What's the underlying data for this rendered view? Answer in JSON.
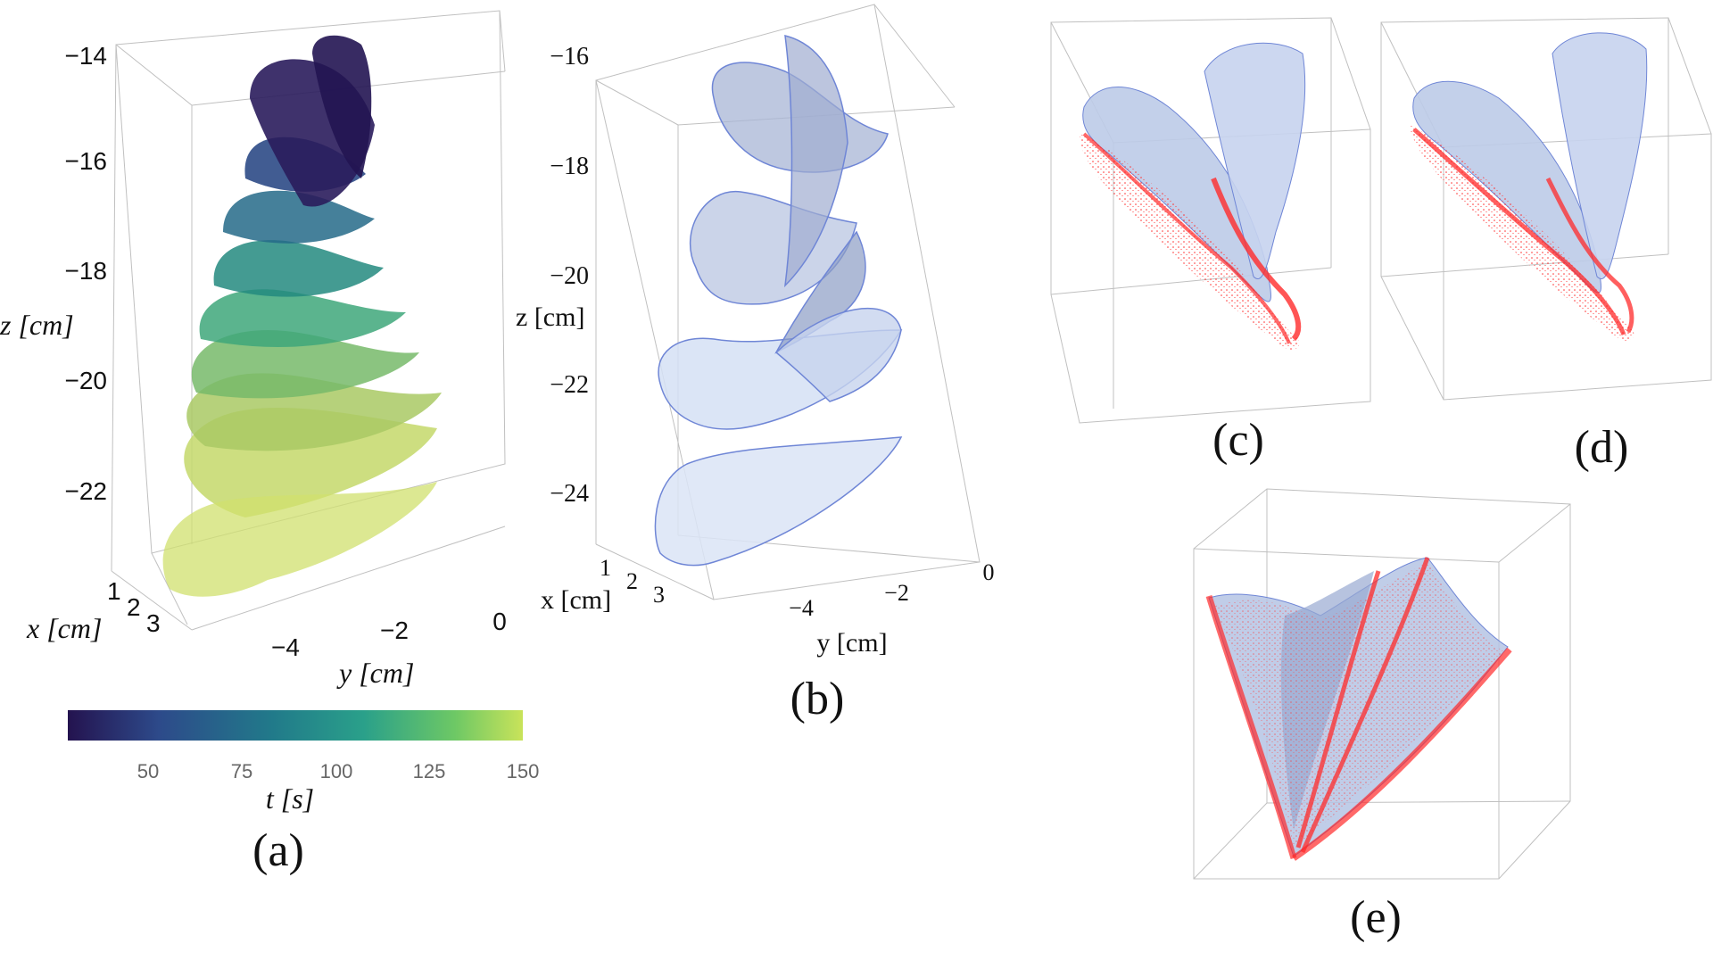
{
  "panels": {
    "a": {
      "label": "(a)",
      "z_ticks": [
        "−14",
        "−16",
        "−18",
        "−20",
        "−22"
      ],
      "y_ticks": [
        "−4",
        "−2",
        "0"
      ],
      "x_ticks": [
        "1",
        "2",
        "3"
      ],
      "z_label": "z [cm]",
      "x_label": "x [cm]",
      "y_label": "y [cm]",
      "colorbar": {
        "ticks": [
          "50",
          "75",
          "100",
          "125",
          "150"
        ],
        "label": "t [s]",
        "range": [
          30,
          150
        ],
        "colors": [
          "#2b1a5c",
          "#2d4a8a",
          "#217a8a",
          "#2aa08a",
          "#5cc86a",
          "#c6e25a"
        ]
      }
    },
    "b": {
      "label": "(b)",
      "z_ticks": [
        "−16",
        "−18",
        "−20",
        "−22",
        "−24"
      ],
      "y_ticks": [
        "−4",
        "−2",
        "0"
      ],
      "x_ticks": [
        "1",
        "2",
        "3"
      ],
      "z_label": "z [cm]",
      "x_label": "x [cm]",
      "y_label": "y [cm]"
    },
    "c": {
      "label": "(c)"
    },
    "d": {
      "label": "(d)"
    },
    "e": {
      "label": "(e)"
    }
  },
  "colors": {
    "point_cloud": "#ff2020",
    "surface_fill": "#c8d6f2",
    "surface_edge": "#6f86d6",
    "box_edge": "#b8b8b8"
  }
}
